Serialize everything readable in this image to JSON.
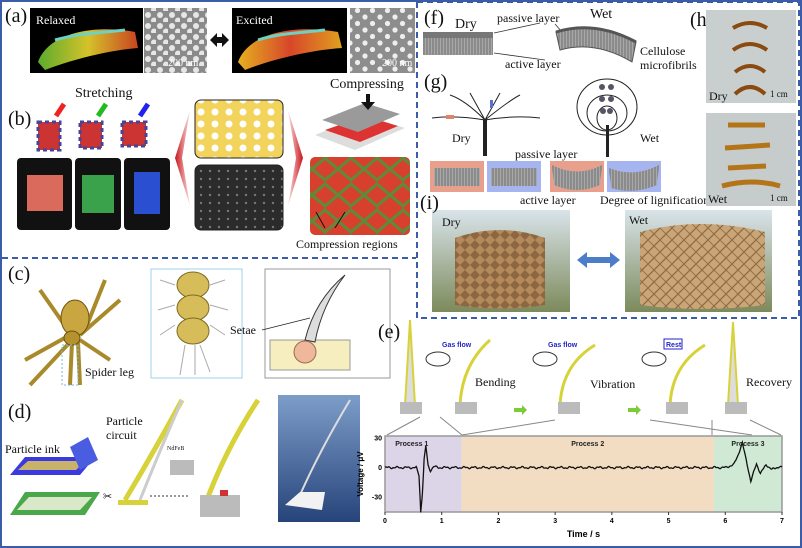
{
  "panels": {
    "a": {
      "label": "(a)",
      "relaxed": "Relaxed",
      "excited": "Excited",
      "scale_left": "200 nm",
      "scale_right": "200 nm"
    },
    "b": {
      "label": "(b)",
      "stretching": "Stretching",
      "compressing": "Compressing",
      "compression_regions": "Compression regions"
    },
    "c": {
      "label": "(c)",
      "spider_leg": "Spider leg",
      "setae": "Setae"
    },
    "d": {
      "label": "(d)",
      "particle_ink": "Particle ink",
      "particle_circuit_1": "Particle",
      "particle_circuit_2": "circuit",
      "magnet": "NdFeB"
    },
    "e": {
      "label": "(e)",
      "gas_flow_1": "Gas flow",
      "gas_flow_2": "Gas flow",
      "rest": "Rest",
      "bending": "Bending",
      "vibration": "Vibration",
      "recovery": "Recovery"
    },
    "f": {
      "label": "(f)",
      "dry": "Dry",
      "wet": "Wet",
      "passive_layer": "passive layer",
      "active_layer": "active layer",
      "cellulose_1": "Cellulose",
      "cellulose_2": "microfibrils"
    },
    "g": {
      "label": "(g)",
      "dry": "Dry",
      "wet": "Wet",
      "passive_layer": "passive layer",
      "active_layer": "active layer",
      "lignification": "Degree of lignification"
    },
    "h": {
      "label": "(h)",
      "dry": "Dry",
      "wet": "Wet",
      "scale_dry": "1 cm",
      "scale_wet": "1 cm"
    },
    "i": {
      "label": "(i)",
      "dry": "Dry",
      "wet": "Wet"
    }
  },
  "colors": {
    "frame": "#3b5ca8",
    "process1": "#dcd5e8",
    "process2": "#f2ddc3",
    "process3": "#cfe9d4",
    "arrow_green": "#7ccc3a"
  },
  "chart_data": {
    "type": "line",
    "title": "",
    "xlabel": "Time / s",
    "ylabel": "Voltage / μV",
    "xlim": [
      0,
      7
    ],
    "ylim": [
      -45,
      32
    ],
    "xticks": [
      "0",
      "1",
      "2",
      "3",
      "4",
      "5",
      "6",
      "7"
    ],
    "yticks": [
      "30",
      "0",
      "-30"
    ],
    "ytick_values": [
      30,
      0,
      -30
    ],
    "regions": [
      {
        "name": "Process 1",
        "from": 0,
        "to": 1.35,
        "color": "#dcd5e8"
      },
      {
        "name": "Process 2",
        "from": 1.35,
        "to": 5.8,
        "color": "#f2ddc3"
      },
      {
        "name": "Process 3",
        "from": 5.8,
        "to": 7,
        "color": "#cfe9d4"
      }
    ],
    "noise_amplitude": 1.2,
    "series": [
      {
        "name": "Voltage",
        "x": [
          0,
          0.55,
          0.6,
          0.63,
          0.66,
          0.69,
          0.72,
          0.76,
          0.8,
          0.86,
          0.95,
          6.0,
          6.15,
          6.22,
          6.3,
          6.38,
          6.45,
          6.55,
          6.62,
          6.72,
          6.82,
          6.95,
          7.0
        ],
        "y": [
          0,
          0,
          -8,
          -45,
          -25,
          8,
          22,
          2,
          -3,
          1,
          0,
          0,
          3,
          12,
          25,
          5,
          -14,
          4,
          -6,
          3,
          -2,
          1,
          0
        ]
      }
    ]
  }
}
